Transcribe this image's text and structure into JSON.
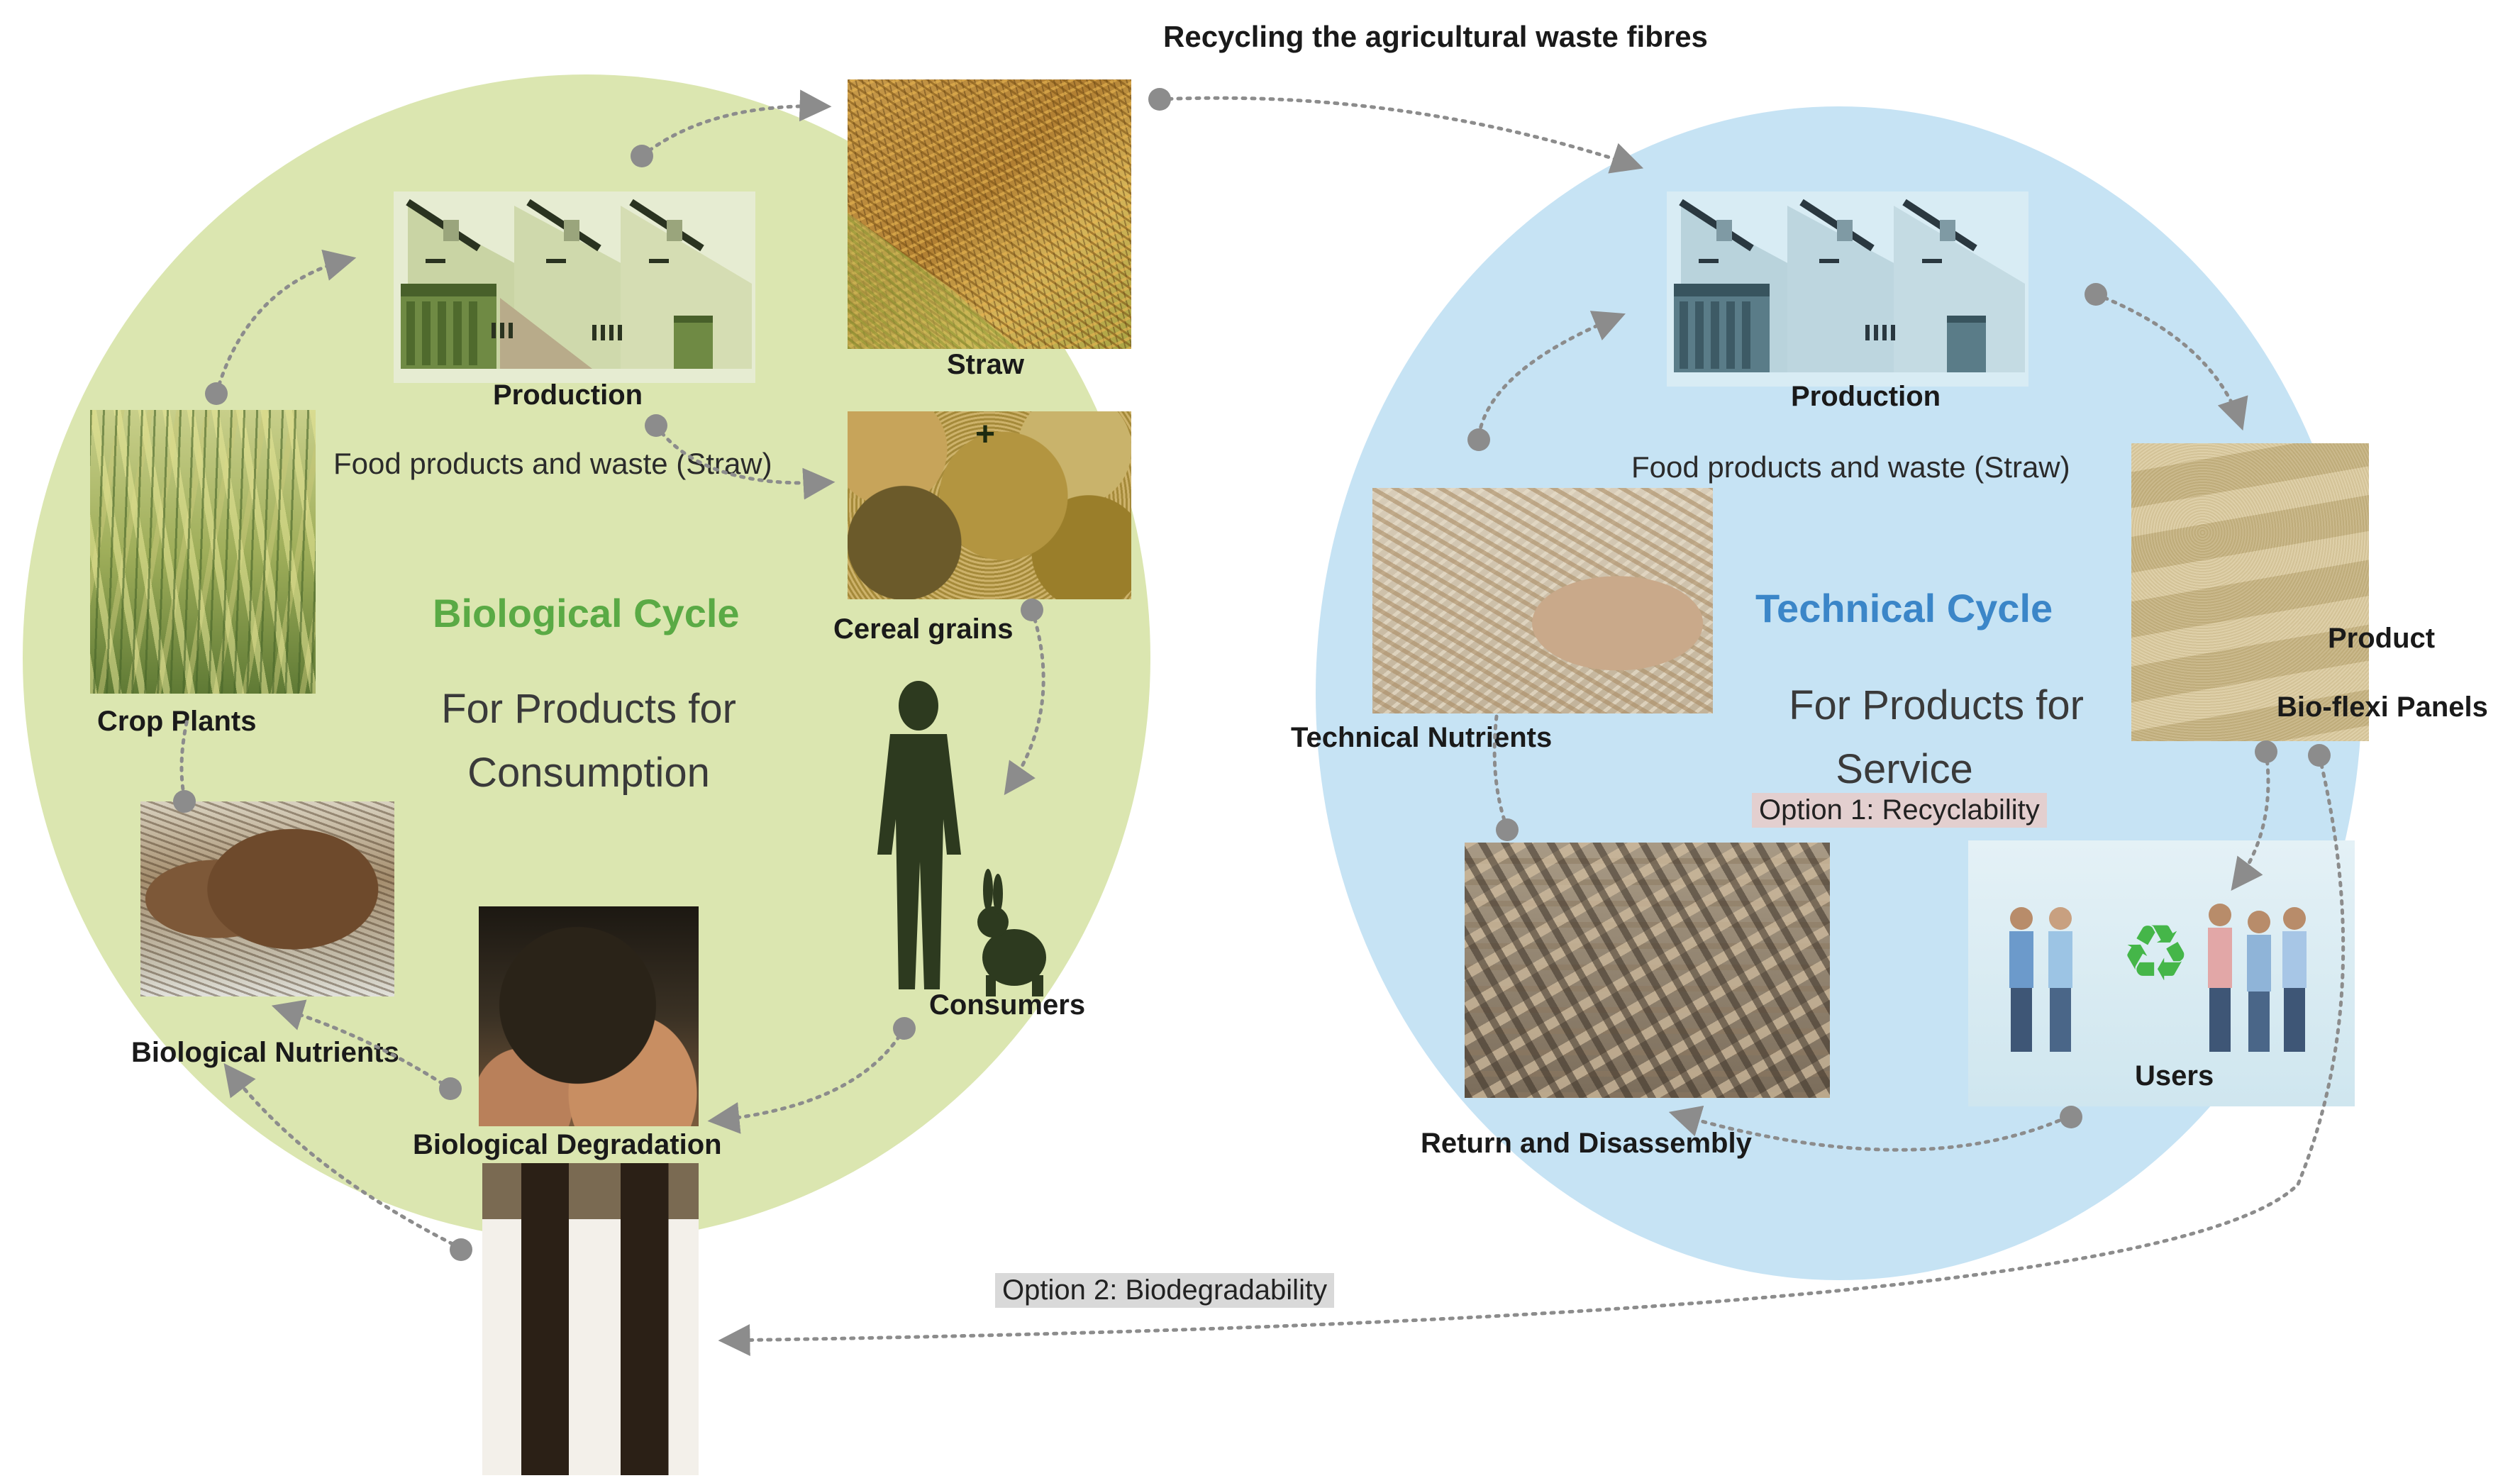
{
  "top_title": "Recycling the agricultural waste fibres",
  "biological": {
    "title": "Biological Cycle",
    "subtitle_line1": "For Products for",
    "subtitle_line2": "Consumption",
    "production": "Production",
    "food_products": "Food products and waste (Straw)",
    "straw": "Straw",
    "cereal_grains": "Cereal grains",
    "crop_plants": "Crop Plants",
    "consumers": "Consumers",
    "biological_nutrients": "Biological Nutrients",
    "biological_degradation": "Biological Degradation"
  },
  "technical": {
    "title": "Technical Cycle",
    "subtitle_line1": "For Products for",
    "subtitle_line2": "Service",
    "production": "Production",
    "food_products": "Food products and waste (Straw)",
    "product": "Product",
    "bio_flexi_panels": "Bio-flexi Panels",
    "technical_nutrients": "Technical Nutrients",
    "return_disassembly": "Return and Disassembly",
    "users": "Users"
  },
  "option1": "Option 1: Recyclability",
  "option2": "Option 2: Biodegradability",
  "colors": {
    "bio_circle": "#dbe6b0",
    "tech_circle": "#c6e3f4",
    "bio_title": "#5aaa45",
    "tech_title": "#3b86c8",
    "dots": "#808080"
  }
}
